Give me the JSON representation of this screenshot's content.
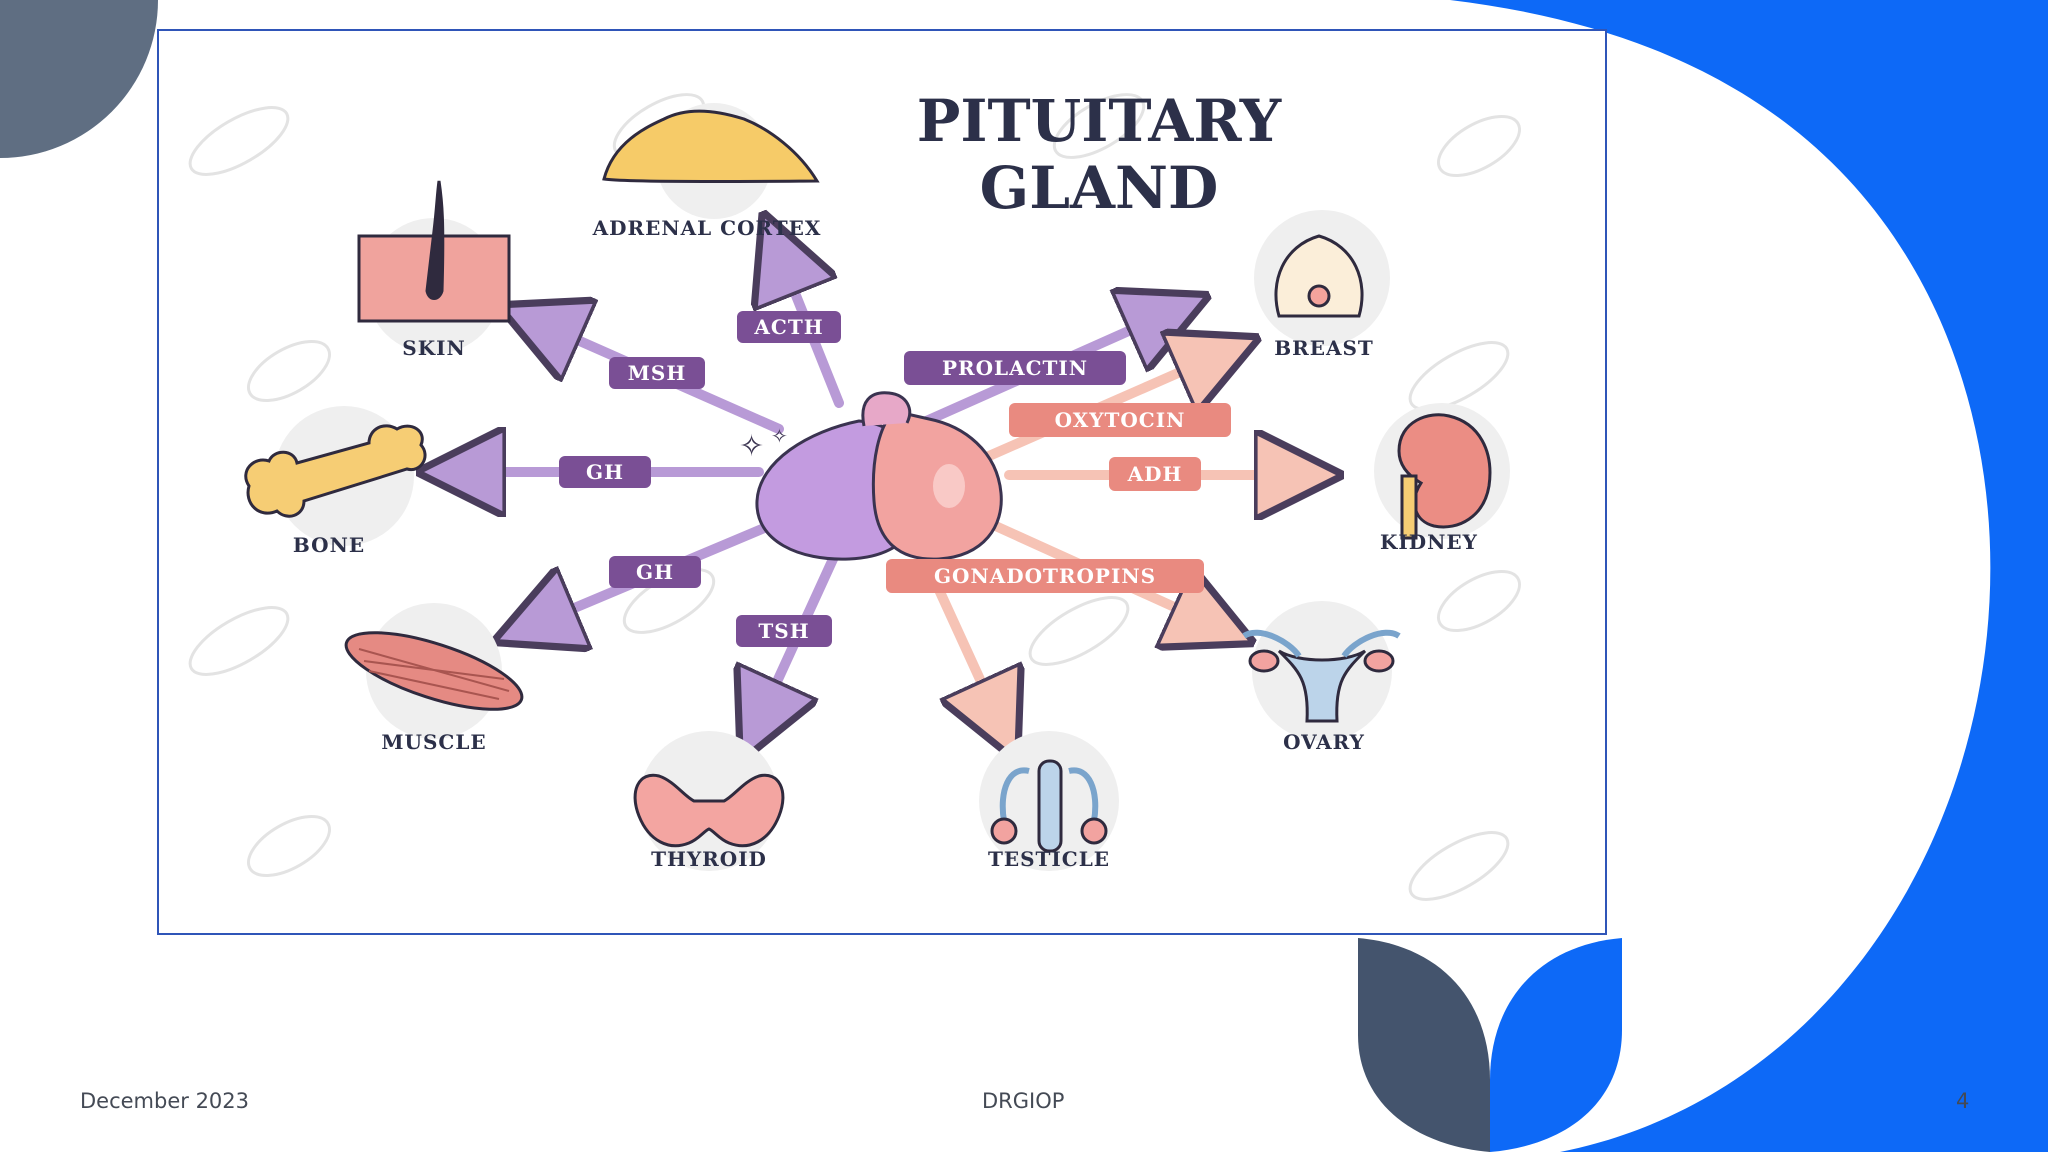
{
  "slide": {
    "figure": {
      "title_line1": "PITUITARY",
      "title_line2": "GLAND",
      "organs": {
        "adrenal_cortex": "ADRENAL CORTEX",
        "skin": "SKIN",
        "breast": "BREAST",
        "bone": "BONE",
        "kidney": "KIDNEY",
        "muscle": "MUSCLE",
        "ovary": "OVARY",
        "thyroid": "THYROID",
        "testicle": "TESTICLE"
      },
      "hormones": {
        "acth": "ACTH",
        "msh": "MSH",
        "prolactin": "PROLACTIN",
        "oxytocin": "OXYTOCIN",
        "gh_upper": "GH",
        "adh": "ADH",
        "gh_lower": "GH",
        "gonadotropins": "GONADOTROPINS",
        "tsh": "TSH"
      },
      "colors": {
        "anterior_lobe": "#c39be0",
        "posterior_lobe": "#f2a3a0",
        "anterior_label": "#7a4f95",
        "posterior_label": "#e98a80"
      }
    },
    "footer": {
      "date": "December 2023",
      "center": "DRGIOP",
      "page": "4"
    }
  }
}
